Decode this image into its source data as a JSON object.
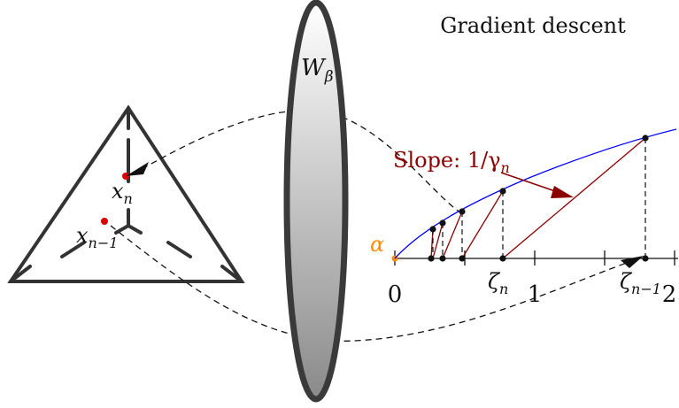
{
  "title": "Gradient descent",
  "lens_label": {
    "main": "W",
    "sub": "β"
  },
  "simplex_labels": {
    "x_n": {
      "main": "x",
      "sub": "n"
    },
    "x_n_minus_1": {
      "main": "x",
      "sub": "n−1"
    }
  },
  "slope_label": {
    "prefix": "Slope: 1/γ",
    "sub": "n"
  },
  "axis": {
    "alpha": "α",
    "ticks": [
      "0",
      "1",
      "2"
    ],
    "zeta_n": {
      "main": "ζ",
      "sub": "n"
    },
    "zeta_n_minus_1": {
      "main": "ζ",
      "sub": "n−1"
    }
  },
  "colors": {
    "curve": "#0000ff",
    "slope": "#8b0000",
    "alpha": "#ff8c00",
    "simplex_points": "#dd0000",
    "outline": "#333333"
  }
}
